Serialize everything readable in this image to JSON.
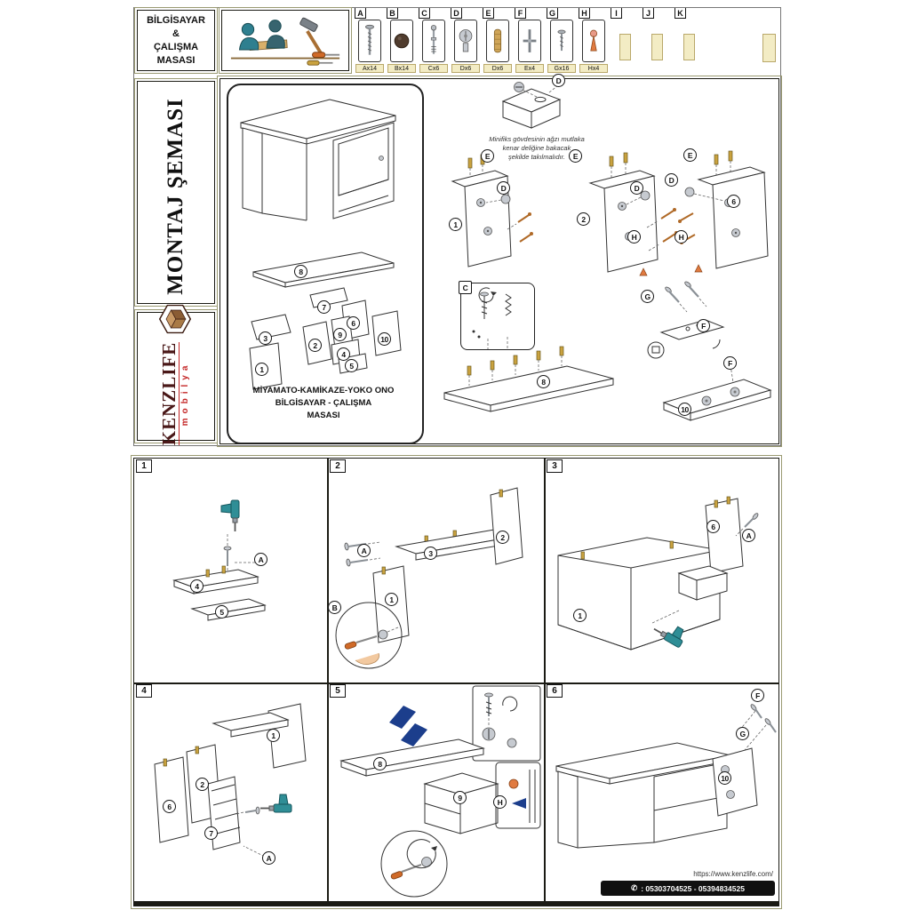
{
  "colors": {
    "brand_maroon": "#4a1818",
    "brand_red": "#c42626",
    "arrow_blue": "#1c3e8c",
    "drill_teal": "#2f8e96",
    "brass_dowel": "#c9a23f",
    "tab_cream": "#f3ecc4"
  },
  "header": {
    "title_lines": [
      "BİLGİSAYAR",
      "&",
      "ÇALIŞMA",
      "MASASI"
    ],
    "hardware": [
      {
        "letter": "A",
        "qty": "Ax14",
        "icon": "long-screw-icon"
      },
      {
        "letter": "B",
        "qty": "Bx14",
        "icon": "round-cap-icon"
      },
      {
        "letter": "C",
        "qty": "Cx6",
        "icon": "cam-bolt-icon"
      },
      {
        "letter": "D",
        "qty": "Dx6",
        "icon": "cam-lock-icon"
      },
      {
        "letter": "E",
        "qty": "Dx6",
        "icon": "wood-dowel-icon"
      },
      {
        "letter": "F",
        "qty": "Ex4",
        "icon": "cross-key-icon"
      },
      {
        "letter": "G",
        "qty": "Gx16",
        "icon": "small-screw-icon"
      },
      {
        "letter": "H",
        "qty": "Hx4",
        "icon": "cover-cap-icon"
      },
      {
        "letter": "I",
        "qty": "",
        "icon": "blank-tab"
      },
      {
        "letter": "J",
        "qty": "",
        "icon": "blank-tab"
      },
      {
        "letter": "K",
        "qty": "",
        "icon": "blank-tab"
      }
    ]
  },
  "sidebar": {
    "montaj_title": "MONTAJ ŞEMASI",
    "brand": "KENZLIFE",
    "brand_sub": "mobilya"
  },
  "overview": {
    "product_lines": [
      "MİYAMATO-KAMİKAZE-YOKO ONO",
      "BİLGİSAYAR - ÇALIŞMA",
      "MASASI"
    ],
    "note_lines": [
      "Minifiks gövdesinin ağzı mutlaka",
      "kenar deliğine bakacak",
      "şekilde takılmalıdır."
    ]
  },
  "labels": {
    "p1": "1",
    "p2": "2",
    "p3": "3",
    "p4": "4",
    "p5": "5",
    "p6": "6",
    "p7": "7",
    "p8": "8",
    "p9": "9",
    "p10": "10",
    "A": "A",
    "B": "B",
    "C": "C",
    "D": "D",
    "E": "E",
    "F": "F",
    "G": "G",
    "H": "H"
  },
  "steps": [
    {
      "num": "1"
    },
    {
      "num": "2"
    },
    {
      "num": "3"
    },
    {
      "num": "4"
    },
    {
      "num": "5"
    },
    {
      "num": "6"
    }
  ],
  "footer": {
    "phone_icon": "✆",
    "url": "https://www.kenzlife.com/",
    "phone": ": 05303704525 - 05394834525"
  }
}
